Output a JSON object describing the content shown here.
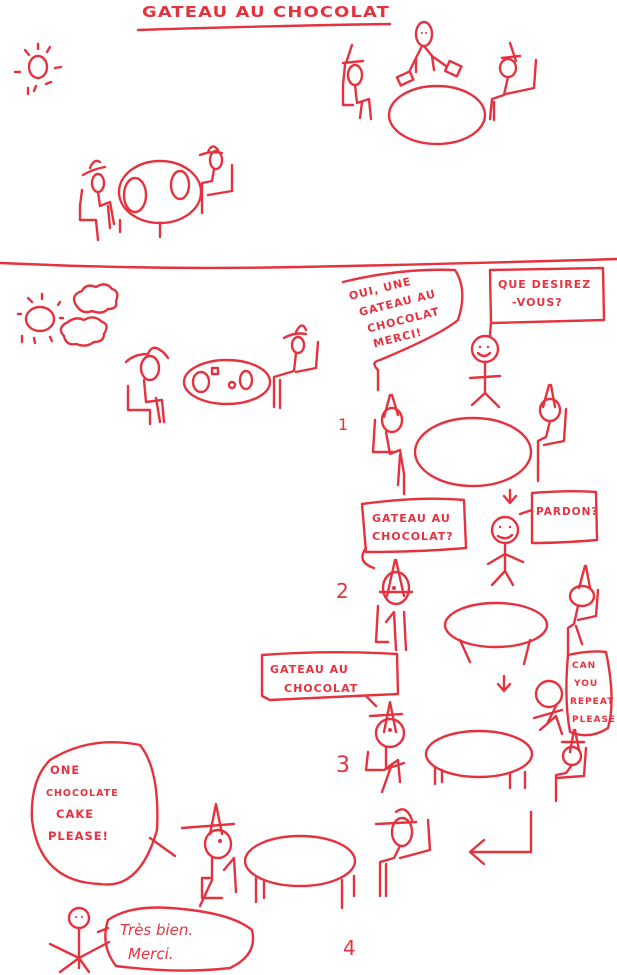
{
  "title": "GATEAU AU CHOCOLAT",
  "colors": {
    "ink": "#e5323f",
    "background": "#ffffff"
  },
  "scene_top": {
    "description": "Outdoor cafe: sun, two tables with seated customers, waiter carrying dishes",
    "icons": [
      "sun-icon",
      "table-icon",
      "waiter-icon",
      "customer-icon"
    ]
  },
  "scene_bottom": {
    "icons": [
      "sun-icon",
      "cloud-icon",
      "cloud-icon",
      "table-icon",
      "customer-icon"
    ]
  },
  "panels": [
    {
      "number": "1",
      "bubbles": [
        {
          "speaker": "customer",
          "text_lines": [
            "OUI, UNE",
            "GATEAU AU",
            "CHOCOLAT",
            "MERCI!"
          ]
        },
        {
          "speaker": "waiter",
          "text_lines": [
            "QUE DESIREZ",
            "-VOUS?"
          ]
        }
      ]
    },
    {
      "number": "2",
      "bubbles": [
        {
          "speaker": "customer",
          "text_lines": [
            "GATEAU AU",
            "CHOCOLAT?"
          ]
        },
        {
          "speaker": "waiter",
          "text_lines": [
            "PARDON?"
          ]
        }
      ]
    },
    {
      "number": "3",
      "bubbles": [
        {
          "speaker": "customer",
          "text_lines": [
            "GATEAU AU",
            "CHOCOLAT"
          ]
        },
        {
          "speaker": "waiter",
          "text_lines": [
            "CAN",
            "YOU",
            "REPEAT",
            "PLEASE"
          ]
        }
      ]
    },
    {
      "number": "4",
      "bubbles": [
        {
          "speaker": "customer",
          "text_lines": [
            "ONE",
            "CHOCOLATE",
            "CAKE",
            "PLEASE!"
          ]
        },
        {
          "speaker": "waiter",
          "text_lines": [
            "Très bien.",
            "Merci."
          ]
        }
      ]
    }
  ]
}
